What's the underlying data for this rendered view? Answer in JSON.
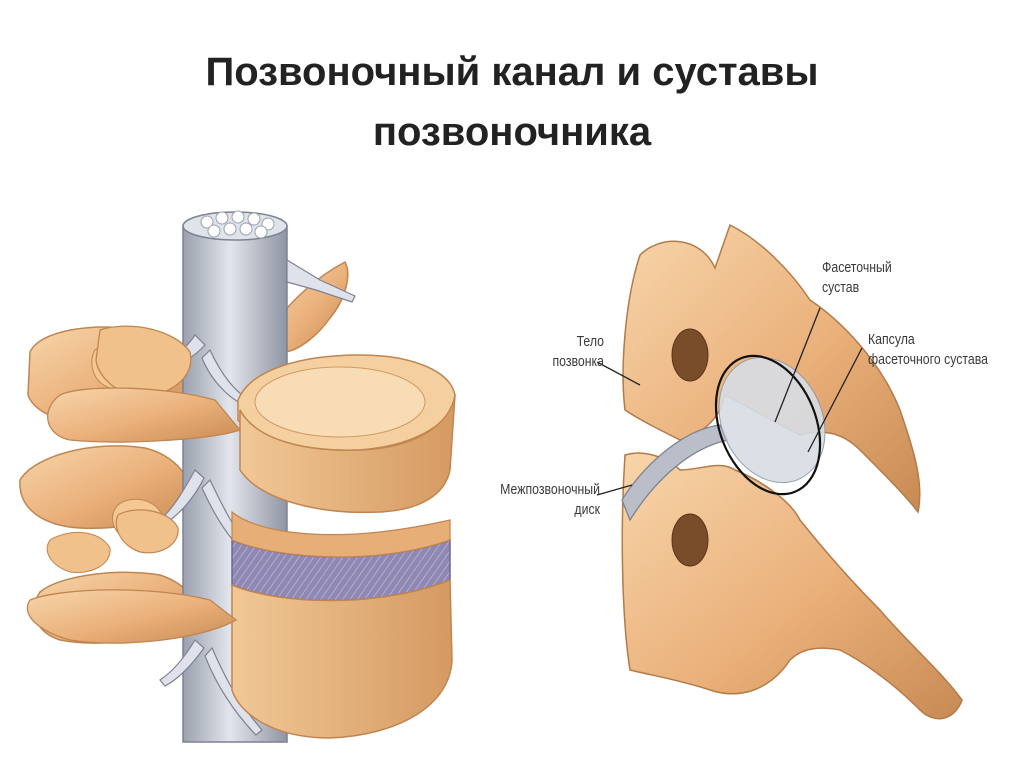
{
  "slide": {
    "title_line1": "Позвоночный канал и суставы",
    "title_line2": "позвоночника"
  },
  "diagram": {
    "labels": {
      "vertebral_body": [
        "Тело",
        "позвонка"
      ],
      "intervertebral_disc": [
        "Межпозвоночный",
        "диск"
      ],
      "facet_joint": [
        "Фасеточный",
        "сустав"
      ],
      "facet_capsule": [
        "Капсула",
        "фасеточного сустава"
      ]
    }
  },
  "colors": {
    "bone": "#e9b27c",
    "bone_dark": "#c98b52",
    "bone_light": "#f6d3a6",
    "cord": "#c9ccd6",
    "disc": "#8e86b0",
    "capsule": "#d6dbe3",
    "line": "#222222"
  }
}
